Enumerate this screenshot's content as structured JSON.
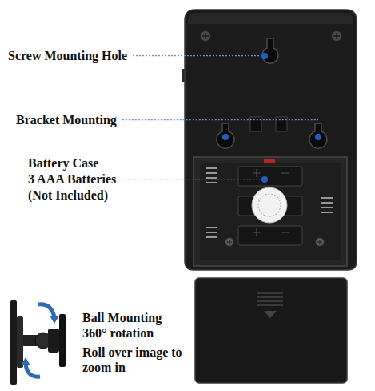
{
  "diagram": {
    "labels": [
      "Screw Mounting Hole",
      "Bracket Mounting",
      "Battery Case",
      "3 AAA Batteries",
      "(Not Included)",
      "Ball Mounting 360° rotation",
      "Roll over image to zoom in"
    ]
  }
}
